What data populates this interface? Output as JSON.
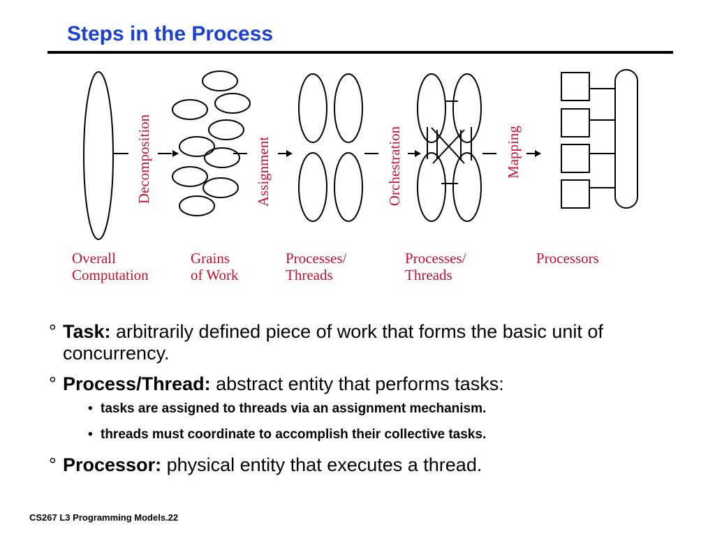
{
  "slide": {
    "title": "Steps in the Process",
    "footer": "CS267  L3 Programming Models.22"
  },
  "diagram": {
    "steps": [
      "Decomposition",
      "Assignment",
      "Orchestration",
      "Mapping"
    ],
    "stages": [
      "Overall\nComputation",
      "Grains\nof Work",
      "Processes/\nThreads",
      "Processes/\nThreads",
      "Processors"
    ],
    "step_color": "#c8102e",
    "title_color": "#1a3fd1"
  },
  "bullets": [
    {
      "mark": "°",
      "term": "Task:",
      "text": " arbitrarily defined piece of work that forms the basic unit of concurrency."
    },
    {
      "mark": "°",
      "term": "Process/Thread:",
      "text": " abstract entity that performs tasks:"
    },
    {
      "mark": "•",
      "text": "tasks are assigned to threads via an assignment mechanism."
    },
    {
      "mark": "•",
      "text": "threads must coordinate to accomplish their collective tasks."
    },
    {
      "mark": "°",
      "term": "Processor:",
      "text": " physical entity that executes a thread."
    }
  ]
}
